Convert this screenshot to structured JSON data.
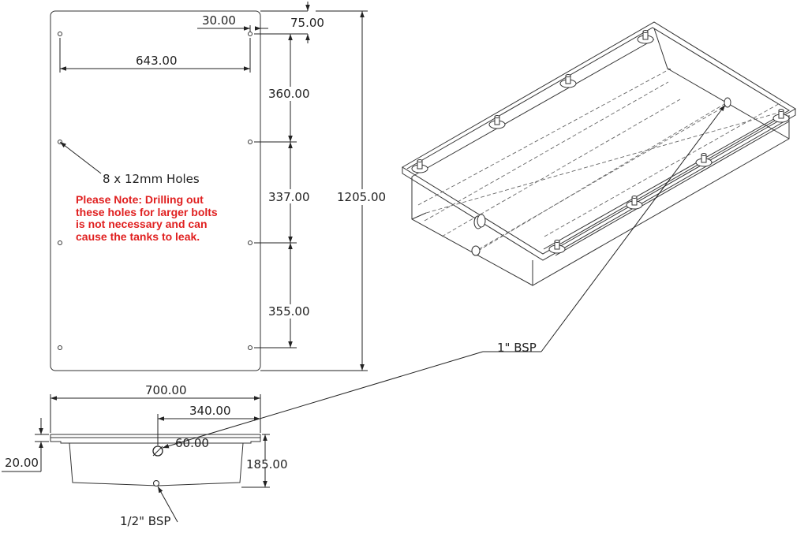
{
  "top_view": {
    "dim_hole_offset_x": "30.00",
    "dim_hole_offset_y": "75.00",
    "dim_hole_spacing_x": "643.00",
    "dim_hole_spacing_y1": "360.00",
    "dim_hole_spacing_y2": "337.00",
    "dim_hole_spacing_y3": "355.00",
    "dim_overall_length": "1205.00",
    "holes_label": "8 x 12mm Holes"
  },
  "note": {
    "lines": [
      "Please Note: Drilling out",
      "these holes for larger bolts",
      "is not necessary and can",
      "cause the tanks to leak."
    ],
    "color": "#e02020"
  },
  "side_view": {
    "dim_overall_width": "700.00",
    "dim_port_offset": "340.00",
    "dim_port_height": "60.00",
    "dim_flange": "20.00",
    "dim_depth": "185.00"
  },
  "callouts": {
    "inlet": "1\" BSP",
    "drain": "1/2\" BSP"
  }
}
